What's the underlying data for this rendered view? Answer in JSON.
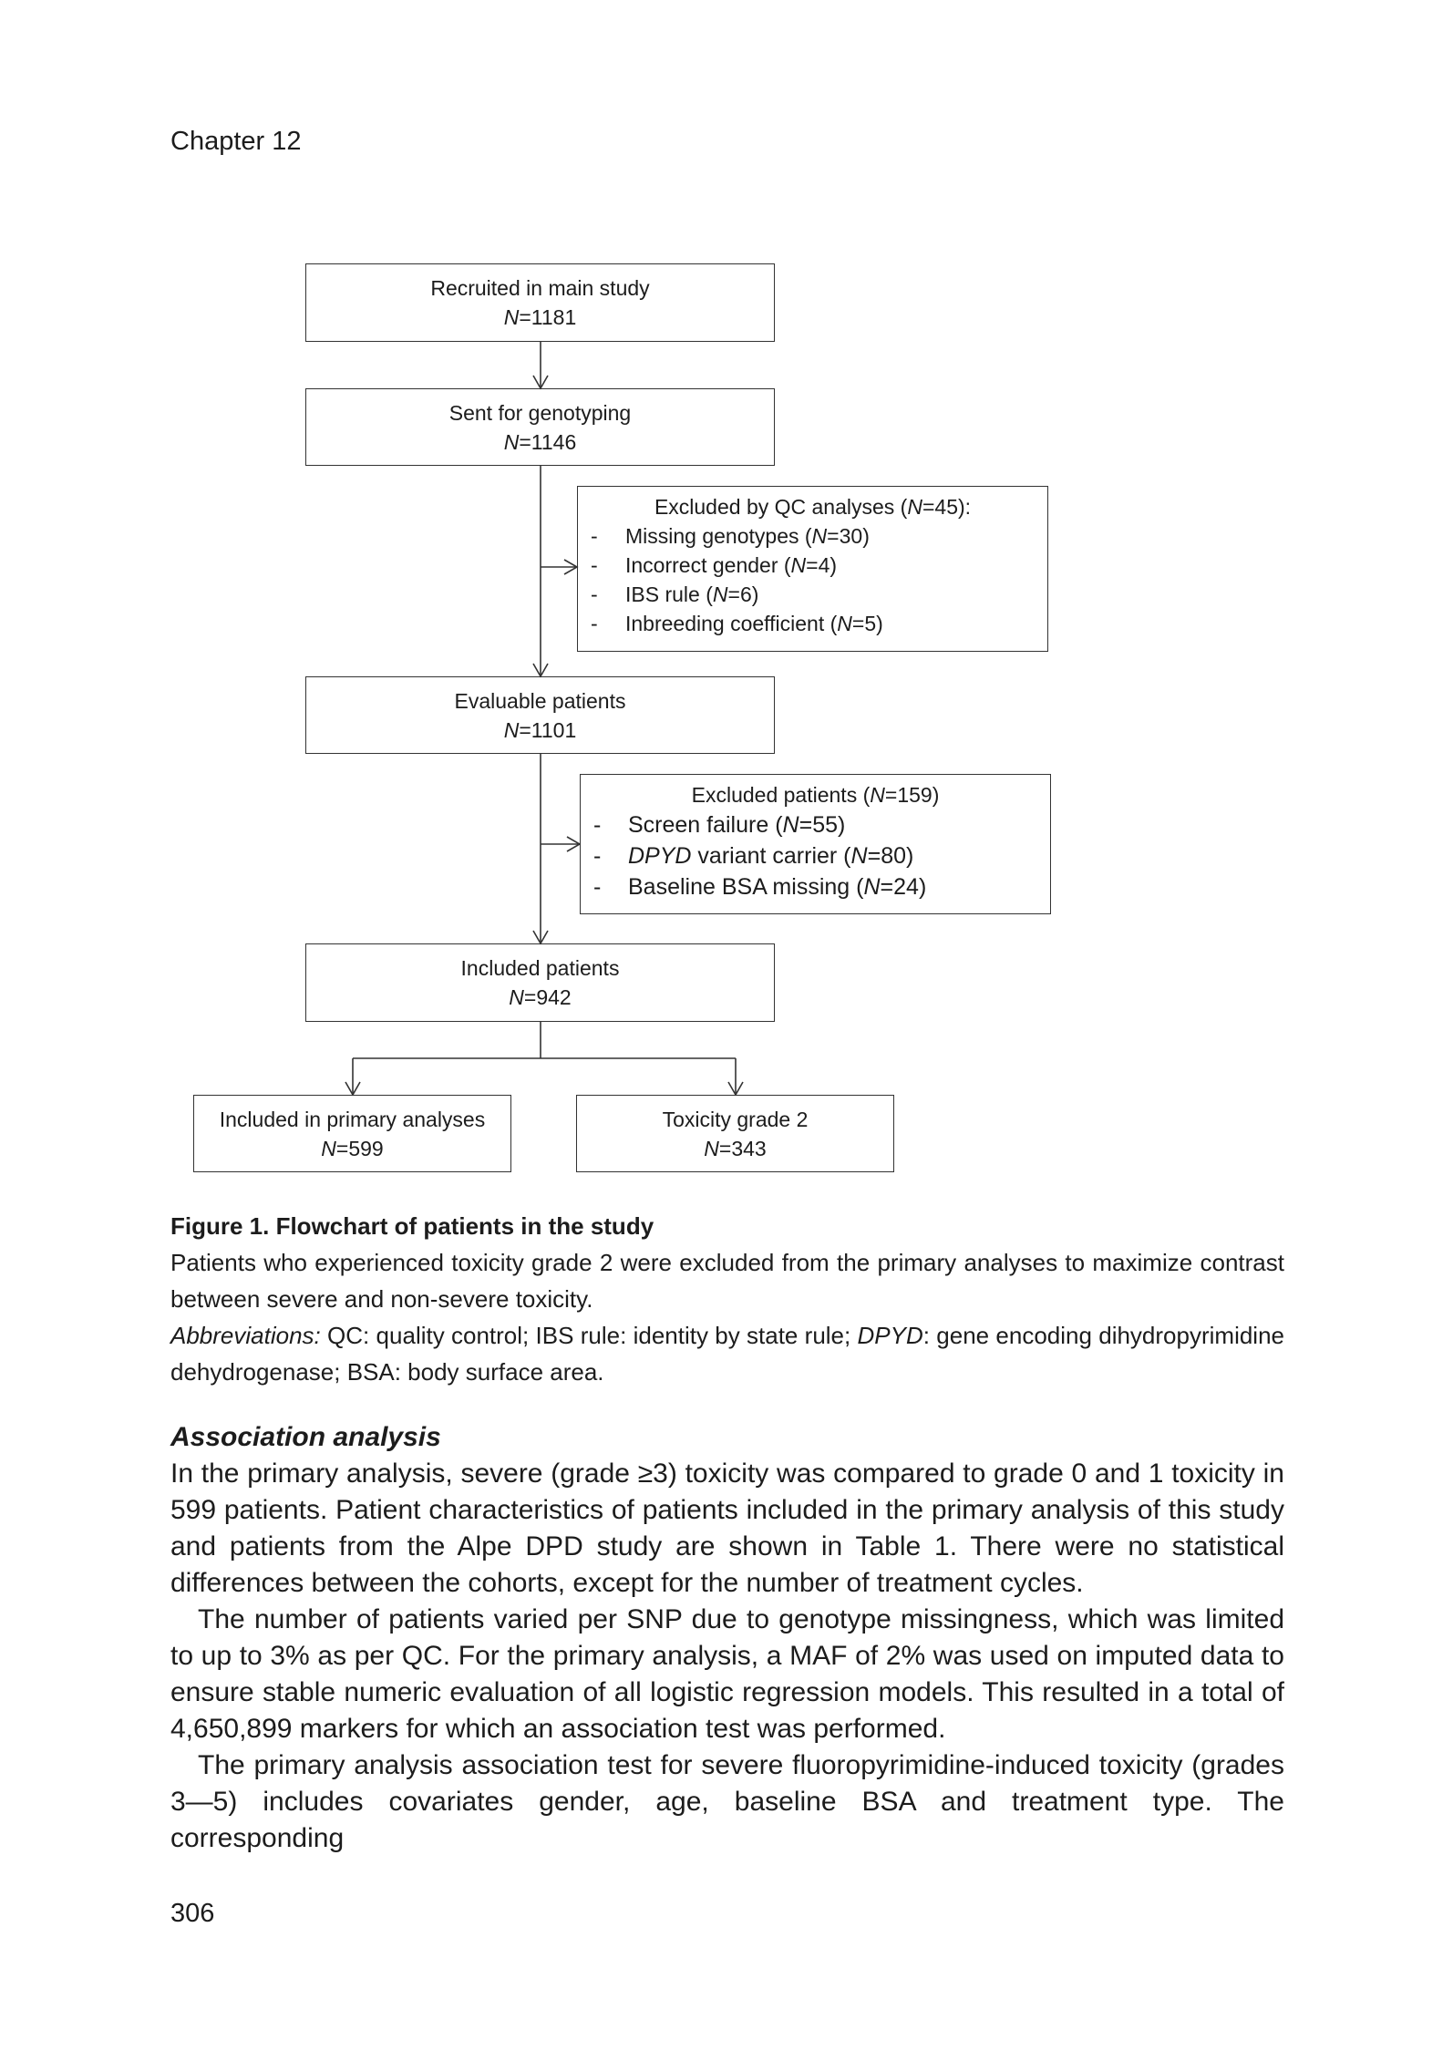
{
  "page": {
    "header": "Chapter 12",
    "page_number": "306"
  },
  "flowchart": {
    "recruited": {
      "label": "Recruited in main study",
      "n": "1181"
    },
    "genotyping": {
      "label": "Sent for genotyping",
      "n": "1146"
    },
    "qc_excluded": {
      "title_pre": "Excluded by QC analyses (",
      "title_n": "45",
      "title_post": "):",
      "items": [
        {
          "label": "Missing genotypes (",
          "n": "30"
        },
        {
          "label": "Incorrect gender (",
          "n": "4"
        },
        {
          "label": "IBS rule (",
          "n": "6"
        },
        {
          "label": "Inbreeding coefficient (",
          "n": "5"
        }
      ]
    },
    "evaluable": {
      "label": "Evaluable patients",
      "n": "1101"
    },
    "patients_excluded": {
      "title_pre": "Excluded patients (",
      "title_n": "159",
      "title_post": ")",
      "items": [
        {
          "label": "Screen failure (",
          "n": "55"
        },
        {
          "italic": "DPYD",
          "label": " variant carrier (",
          "n": "80"
        },
        {
          "label": "Baseline BSA missing (",
          "n": "24"
        }
      ]
    },
    "included": {
      "label": "Included patients",
      "n": "942"
    },
    "primary": {
      "label": "Included in primary analyses",
      "n": "599"
    },
    "toxicity": {
      "label": "Toxicity grade 2",
      "n": "343"
    }
  },
  "caption": {
    "title": "Figure 1. Flowchart of patients in the study",
    "text": "Patients who experienced toxicity grade 2 were excluded from the primary analyses to maximize contrast between severe and non-severe toxicity.",
    "abbr_label": "Abbreviations:",
    "abbr_1": " QC: quality control; IBS rule: identity by state rule; ",
    "abbr_dpyd": "DPYD",
    "abbr_2": ": gene encoding dihydropyrimidine dehydrogenase; BSA: body surface area."
  },
  "section": {
    "heading": "Association analysis",
    "paragraphs": [
      "In the primary analysis, severe (grade ≥3) toxicity was compared to grade 0 and 1 toxicity in 599 patients. Patient characteristics of patients included in the primary analysis of this study and patients from the Alpe DPD study are shown in Table 1. There were no statistical differences between the cohorts, except for the number of treatment cycles.",
      "The number of patients varied per SNP due to genotype missingness, which was limited to up to 3% as per QC. For the primary analysis, a MAF of 2% was used on imputed data to ensure stable numeric evaluation of all logistic regression models. This resulted in a total of 4,650,899 markers for which an association test was performed.",
      "The primary analysis association test for severe fluoropyrimidine-induced toxicity (grades 3—5) includes covariates gender, age, baseline BSA and treatment type. The corresponding"
    ]
  }
}
